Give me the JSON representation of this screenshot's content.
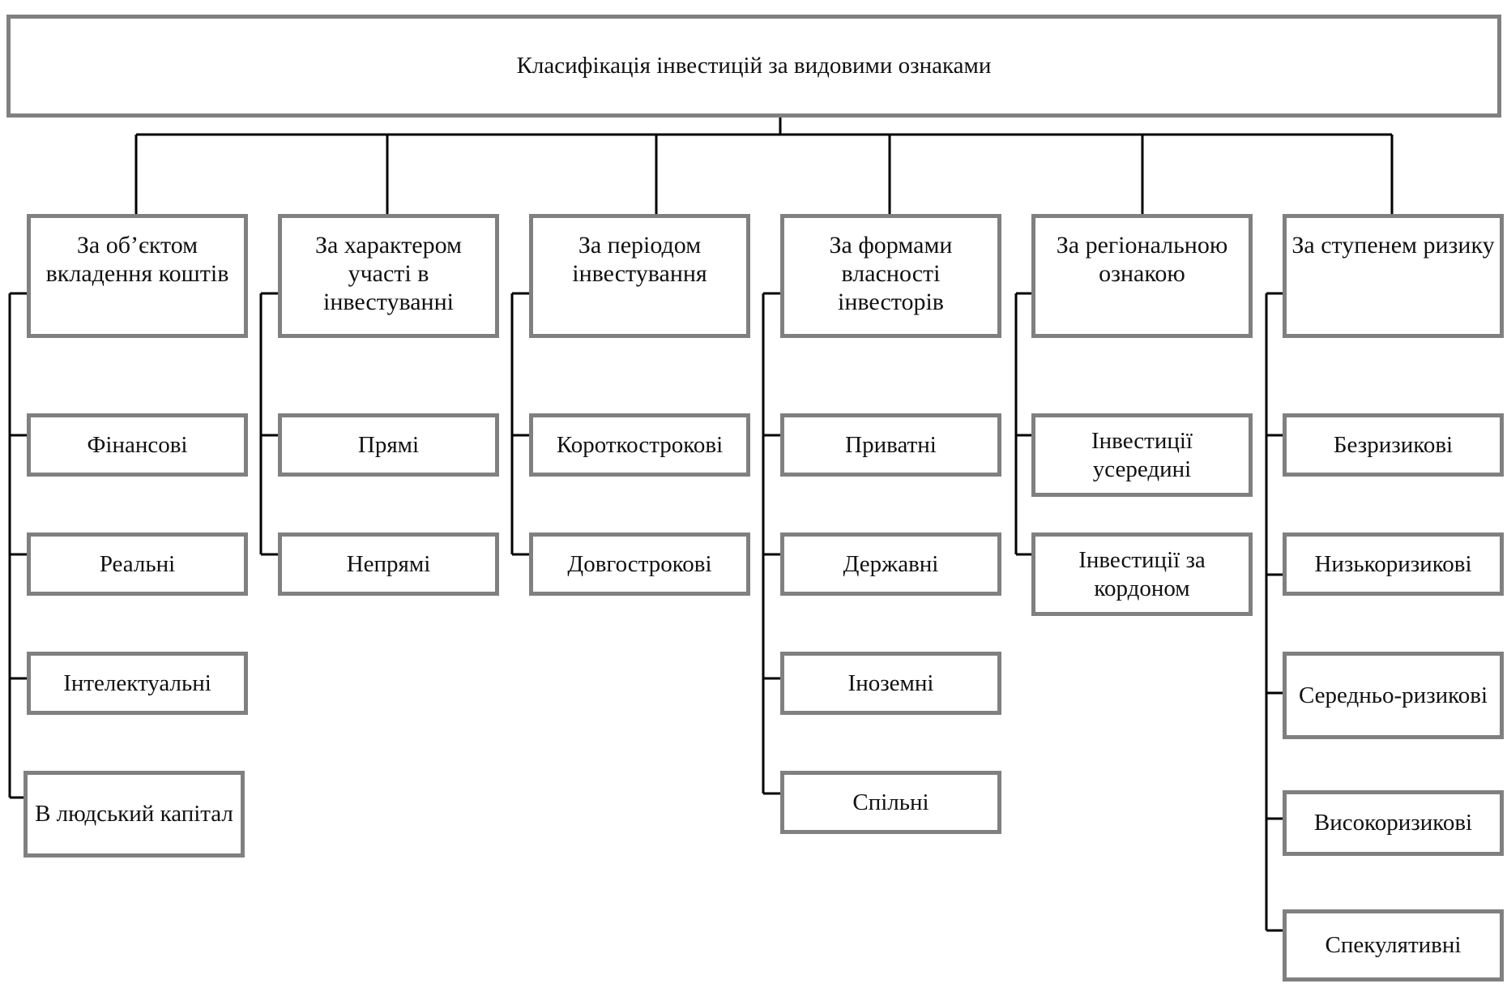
{
  "title": "Класифікація інвестицій за видовими ознаками",
  "columns": [
    {
      "category": "За об’єктом вкладення коштів",
      "items": [
        "Фінансові",
        "Реальні",
        "Інтелектуальні",
        "В людський капітал"
      ]
    },
    {
      "category": "За характером участі в інвестуванні",
      "items": [
        "Прямі",
        "Непрямі"
      ]
    },
    {
      "category": "За періодом інвестування",
      "items": [
        "Короткострокові",
        "Довгострокові"
      ]
    },
    {
      "category": "За формами власності інвесторів",
      "items": [
        "Приватні",
        "Державні",
        "Іноземні",
        "Спільні"
      ]
    },
    {
      "category": "За регіональною ознакою",
      "items": [
        "Інвестиції усередині",
        "Інвестиції за кордоном"
      ]
    },
    {
      "category": "За ступенем ризику",
      "items": [
        "Безризикові",
        "Низькоризикові",
        "Середньо-ризикові",
        "Високоризикові",
        "Спекулятивні"
      ]
    }
  ]
}
